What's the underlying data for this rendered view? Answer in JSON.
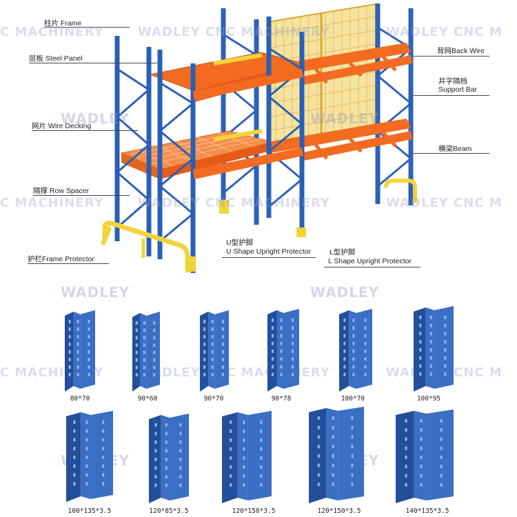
{
  "labels": {
    "frame": "柱片 Frame",
    "steel_panel": "层板 Steel Panel",
    "wire_decking": "网片 Wire Decking",
    "row_spacer": "隔撑 Row Spacer",
    "frame_protector": "护栏Frame Protector",
    "back_wire": "背网Back Wire",
    "support_bar_cn": "井字隔档",
    "support_bar_en": "Support Bar",
    "beam": "横梁Beam",
    "u_protector_cn": "U型护脚",
    "u_protector_en": "U Shape Upright Protector",
    "l_protector_cn": "L型护脚",
    "l_protector_en": "L Shape Upright Protector"
  },
  "watermark": {
    "text_full": "WADLEY CNC MACHINERY",
    "text_left": "C MACHINERY",
    "text_right": "WADLEY CNC M",
    "text_mid": "WADLEY CNC MACHINERY",
    "logo_word": "WADLEY",
    "logo_letter": "W"
  },
  "upright_sizes_row1": [
    "80*70",
    "90*60",
    "90*70",
    "90*78",
    "100*70",
    "100*95"
  ],
  "upright_sizes_row2": [
    "100*135*3.5",
    "120*85*3.5",
    "120*150*3.5",
    "120*150*3.5",
    "140*135*3.5"
  ],
  "colors": {
    "upright_blue": "#3a6fc4",
    "upright_dark": "#234f9a",
    "beam_orange": "#f0702a",
    "protector_yellow": "#f4d23c",
    "back_wire": "#e8c25a"
  }
}
